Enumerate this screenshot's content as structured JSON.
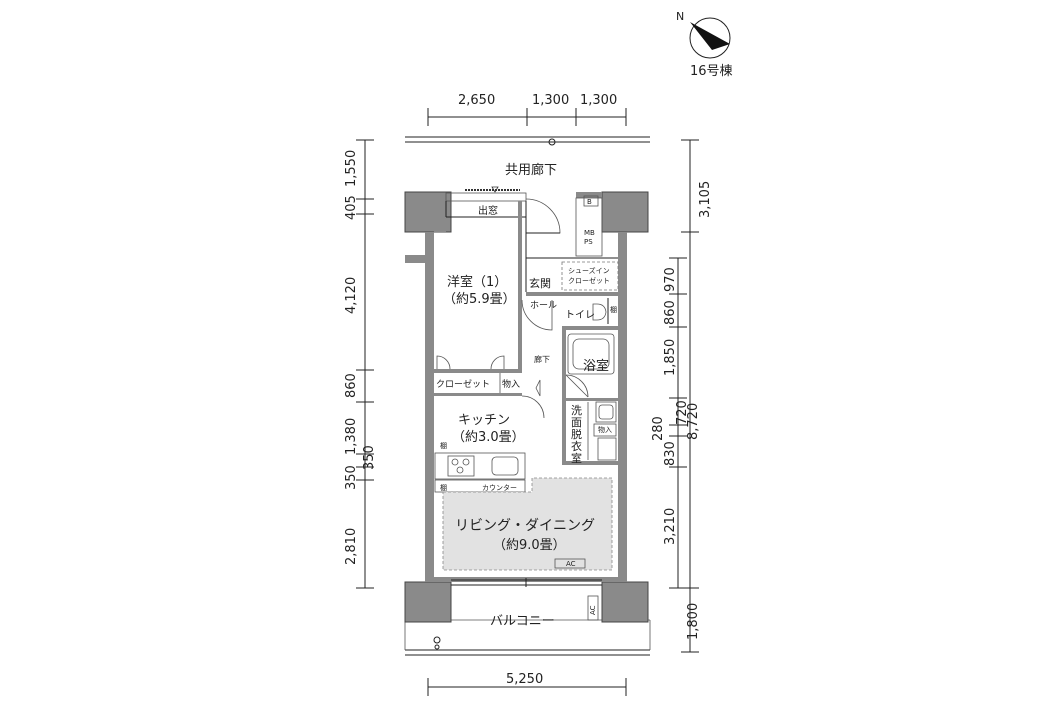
{
  "building": "16号棟",
  "compass": {
    "label": "N"
  },
  "dimensions": {
    "top": [
      "2,650",
      "1,300",
      "1,300"
    ],
    "bottom": [
      "5,250"
    ],
    "left": [
      "1,550",
      "405",
      "4,120",
      "860",
      "1,380",
      "350",
      "350",
      "2,810"
    ],
    "right_outer": [
      "3,105",
      "8,720",
      "1,800"
    ],
    "right_inner": [
      "970",
      "860",
      "1,850",
      "720",
      "280",
      "830",
      "3,210"
    ]
  },
  "rooms": {
    "corridor": "共用廊下",
    "bay_window": "出窓",
    "western_room": "洋室（1）",
    "western_room_size": "（約5.9畳）",
    "entrance": "玄関",
    "shoes_closet_1": "シューズイン",
    "shoes_closet_2": "クローゼット",
    "hall": "ホール",
    "toilet": "トイレ",
    "shelf_toilet": "棚",
    "hallway": "廊下",
    "bathroom": "浴室",
    "closet": "クローゼット",
    "storage": "物入",
    "storage_2": "物入",
    "kitchen": "キッチン",
    "kitchen_size": "（約3.0畳）",
    "washroom": [
      "洗",
      "面",
      "脱",
      "衣",
      "室"
    ],
    "shelf_1": "棚",
    "shelf_2": "棚",
    "counter": "カウンター",
    "living": "リビング・ダイニング",
    "living_size": "（約9.0畳）",
    "ac_1": "AC",
    "ac_2": "AC",
    "balcony": "バルコニー",
    "mb": "MB",
    "ps": "PS",
    "b": "B"
  }
}
